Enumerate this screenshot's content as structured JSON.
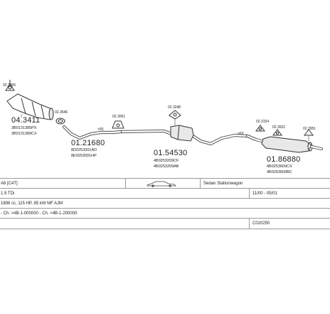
{
  "parts": {
    "bracket_top_left": "32.3056",
    "catalyst_main": "04.3411",
    "catalyst_ref1": "3B0131385PX",
    "catalyst_ref2": "3B0131389CX",
    "gasket_small": "02.3546",
    "front_pipe_main": "01.21680",
    "front_pipe_ref1": "8D0253301AD",
    "front_pipe_ref2": "8E0253091HP",
    "clamp_55": "×55",
    "clamp_part": "02.3061",
    "middle_silencer_main": "01.54530",
    "middle_silencer_ref1": "4B0253209CF",
    "middle_silencer_ref2": "4B0253209AB",
    "hanger_middle": "02.3248",
    "clamp_63": "×63",
    "hanger_rear1": "02.3154",
    "hanger_rear2": "02.3552",
    "rear_bracket": "02.3951",
    "rear_silencer_main": "01.86880",
    "rear_silencer_ref1": "4B0253609CX",
    "rear_silencer_ref2": "4B0253609BC"
  },
  "table": {
    "row1": {
      "model": "A6 [C4T]",
      "body": "Sedan Stationwagon"
    },
    "row2": {
      "engine": "1.9 TDi",
      "period": "11/00 - 05/01"
    },
    "row3": {
      "spec": "1896 cc, 115 HP, 85 kW MF AJM"
    },
    "row4": {
      "chassis": "- Ch. >4B-1-000000 - Ch. <4B-1-200000"
    },
    "row5": {
      "code": "C020250"
    }
  }
}
